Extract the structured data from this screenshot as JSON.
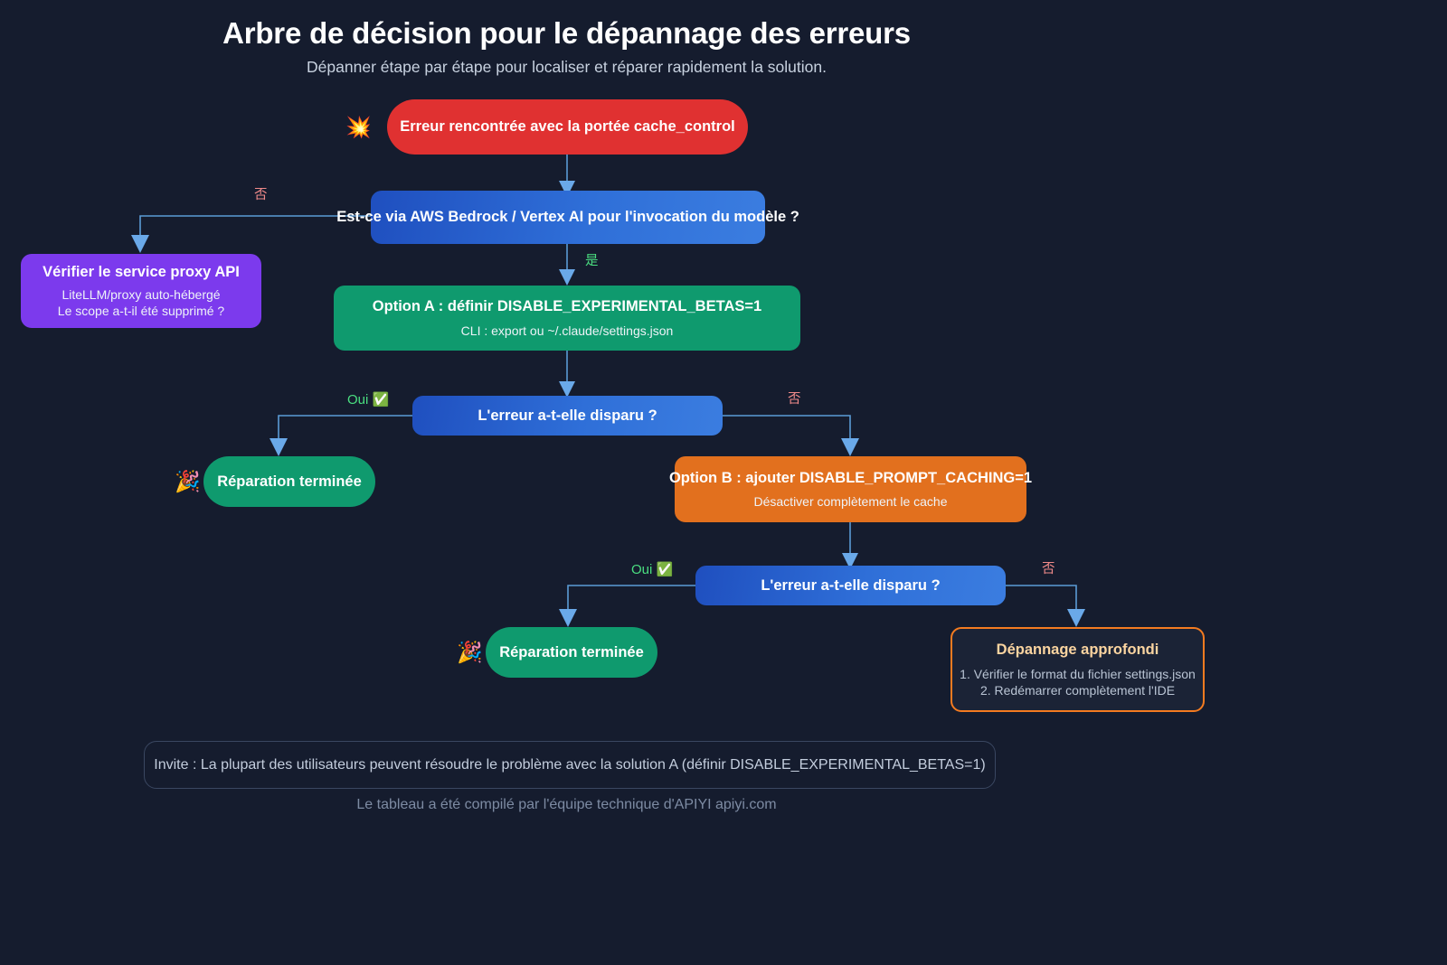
{
  "header": {
    "title": "Arbre de décision pour le dépannage des erreurs",
    "subtitle": "Dépanner étape par étape pour localiser et réparer rapidement la solution."
  },
  "nodes": {
    "root": {
      "icon": "collision-icon",
      "emoji": "💥",
      "title": "Erreur rencontrée avec la portée cache_control",
      "color": "#e03131",
      "shape": "pill"
    },
    "decision_provider": {
      "title": "Est-ce via AWS Bedrock / Vertex AI pour l'invocation du modèle ?",
      "color": "#2f6fd8",
      "shape": "rounded"
    },
    "proxy_check": {
      "title": "Vérifier le service proxy API",
      "sub1": "LiteLLM/proxy auto-hébergé",
      "sub2": "Le scope a-t-il été supprimé ?",
      "color": "#7c3aed",
      "shape": "rounded"
    },
    "option_a": {
      "title": "Option A : définir DISABLE_EXPERIMENTAL_BETAS=1",
      "sub1": "CLI : export ou ~/.claude/settings.json",
      "color": "#0f9a6e",
      "shape": "rounded"
    },
    "decision_resolved_1": {
      "title": "L'erreur a-t-elle disparu ?",
      "color": "#2f6fd8",
      "shape": "rounded"
    },
    "done_1": {
      "icon": "party-popper-icon",
      "emoji": "🎉",
      "title": "Réparation terminée",
      "color": "#0f9a6e",
      "shape": "pill"
    },
    "option_b": {
      "title": "Option B : ajouter DISABLE_PROMPT_CACHING=1",
      "sub1": "Désactiver complètement le cache",
      "color": "#e2701e",
      "shape": "rounded"
    },
    "decision_resolved_2": {
      "title": "L'erreur a-t-elle disparu ?",
      "color": "#2f6fd8",
      "shape": "rounded"
    },
    "done_2": {
      "icon": "party-popper-icon",
      "emoji": "🎉",
      "title": "Réparation terminée",
      "color": "#0f9a6e",
      "shape": "pill"
    },
    "deep_troubleshoot": {
      "title": "Dépannage approfondi",
      "sub1": "1. Vérifier le format du fichier settings.json",
      "sub2": "2. Redémarrer complètement l'IDE",
      "color": "#f47b20",
      "shape": "outline"
    }
  },
  "edge_labels": {
    "provider_no": "否",
    "provider_yes": "是",
    "resolved1_yes": "Oui",
    "resolved1_yes_icon": "✅",
    "resolved1_no": "否",
    "resolved2_yes": "Oui",
    "resolved2_yes_icon": "✅",
    "resolved2_no": "否"
  },
  "footer": {
    "note": "Invite : La plupart des utilisateurs peuvent résoudre le problème avec la solution A (définir DISABLE_EXPERIMENTAL_BETAS=1)",
    "attribution": "Le tableau a été compilé par l'équipe technique d'APIYI apiyi.com"
  },
  "palette": {
    "background": "#151c2e",
    "connector": "#5b9bd5",
    "arrowhead": "#6aa9e9",
    "label_no": "#f08a8a",
    "label_yes": "#4ade80"
  }
}
